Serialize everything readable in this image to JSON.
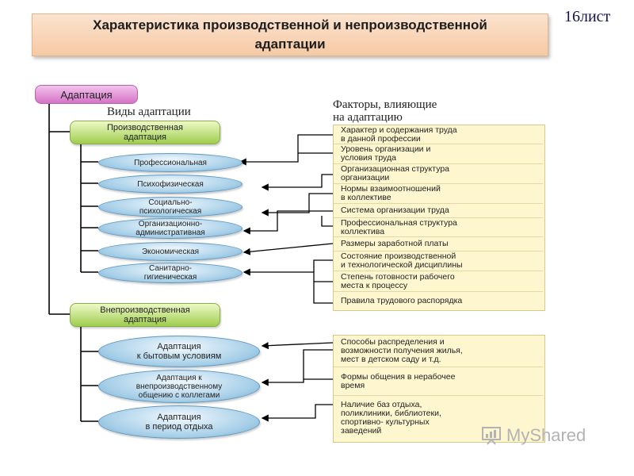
{
  "title": {
    "line1": "Характеристика производственной  и непроизводственной",
    "line2": "адаптации"
  },
  "slide_number": "16лист",
  "root": "Адаптация",
  "headers": {
    "types": "Виды адаптации",
    "factors_line1": "Факторы, влияющие",
    "factors_line2": "на адаптацию"
  },
  "branches": {
    "production": {
      "line1": "Производственная",
      "line2": "адаптация"
    },
    "non_production": {
      "line1": "Внепроизводственная",
      "line2": "адаптация"
    }
  },
  "production_types": [
    {
      "line1": "Профессиональная",
      "line2": ""
    },
    {
      "line1": "Психофизическая",
      "line2": ""
    },
    {
      "line1": "Социально-",
      "line2": "психологическая"
    },
    {
      "line1": "Организационно-",
      "line2": "административная"
    },
    {
      "line1": "Экономическая",
      "line2": ""
    },
    {
      "line1": "Санитарно-",
      "line2": "гигиеническая"
    }
  ],
  "non_production_types": [
    {
      "line1": "Адаптация",
      "line2": "к бытовым условиям",
      "line3": ""
    },
    {
      "line1": "Адаптация к",
      "line2": "внепроизводственному",
      "line3": "общению с коллегами"
    },
    {
      "line1": "Адаптация",
      "line2": "в период отдыха",
      "line3": ""
    }
  ],
  "production_factors": [
    {
      "line1": "Характер и содержания труда",
      "line2": "в данной профессии"
    },
    {
      "line1": "Уровень организации и",
      "line2": "условия труда"
    },
    {
      "line1": "Организационная структура",
      "line2": "организации"
    },
    {
      "line1": "Нормы взаимоотношений",
      "line2": "в коллективе"
    },
    {
      "line1": "Система организации труда",
      "line2": ""
    },
    {
      "line1": "Профессиональная структура",
      "line2": "коллектива"
    },
    {
      "line1": "Размеры заработной платы",
      "line2": ""
    },
    {
      "line1": "Состояние производственной",
      "line2": "и технологической дисциплины"
    },
    {
      "line1": "Степень готовности рабочего",
      "line2": "места к процессу"
    },
    {
      "line1": "Правила трудового распорядка",
      "line2": ""
    }
  ],
  "non_production_factors": [
    {
      "line1": "Способы распределения и",
      "line2": "возможности получения жилья,",
      "line3": "мест в детском саду и т.д."
    },
    {
      "line1": "Формы общения в нерабочее",
      "line2": "время",
      "line3": ""
    },
    {
      "line1": "Наличие баз отдыха,",
      "line2": "поликлиники, библиотеки,",
      "line3": "спортивно- культурных",
      "line4": "заведений"
    }
  ],
  "watermark": "MyShared",
  "colors": {
    "title_fill": "#f6c9a4",
    "root_fill": "#d573c7",
    "branch_fill": "#9fcd4e",
    "type_fill": "#a7cfe8",
    "factor_fill": "#fdf6cf",
    "connector": "#000000"
  }
}
